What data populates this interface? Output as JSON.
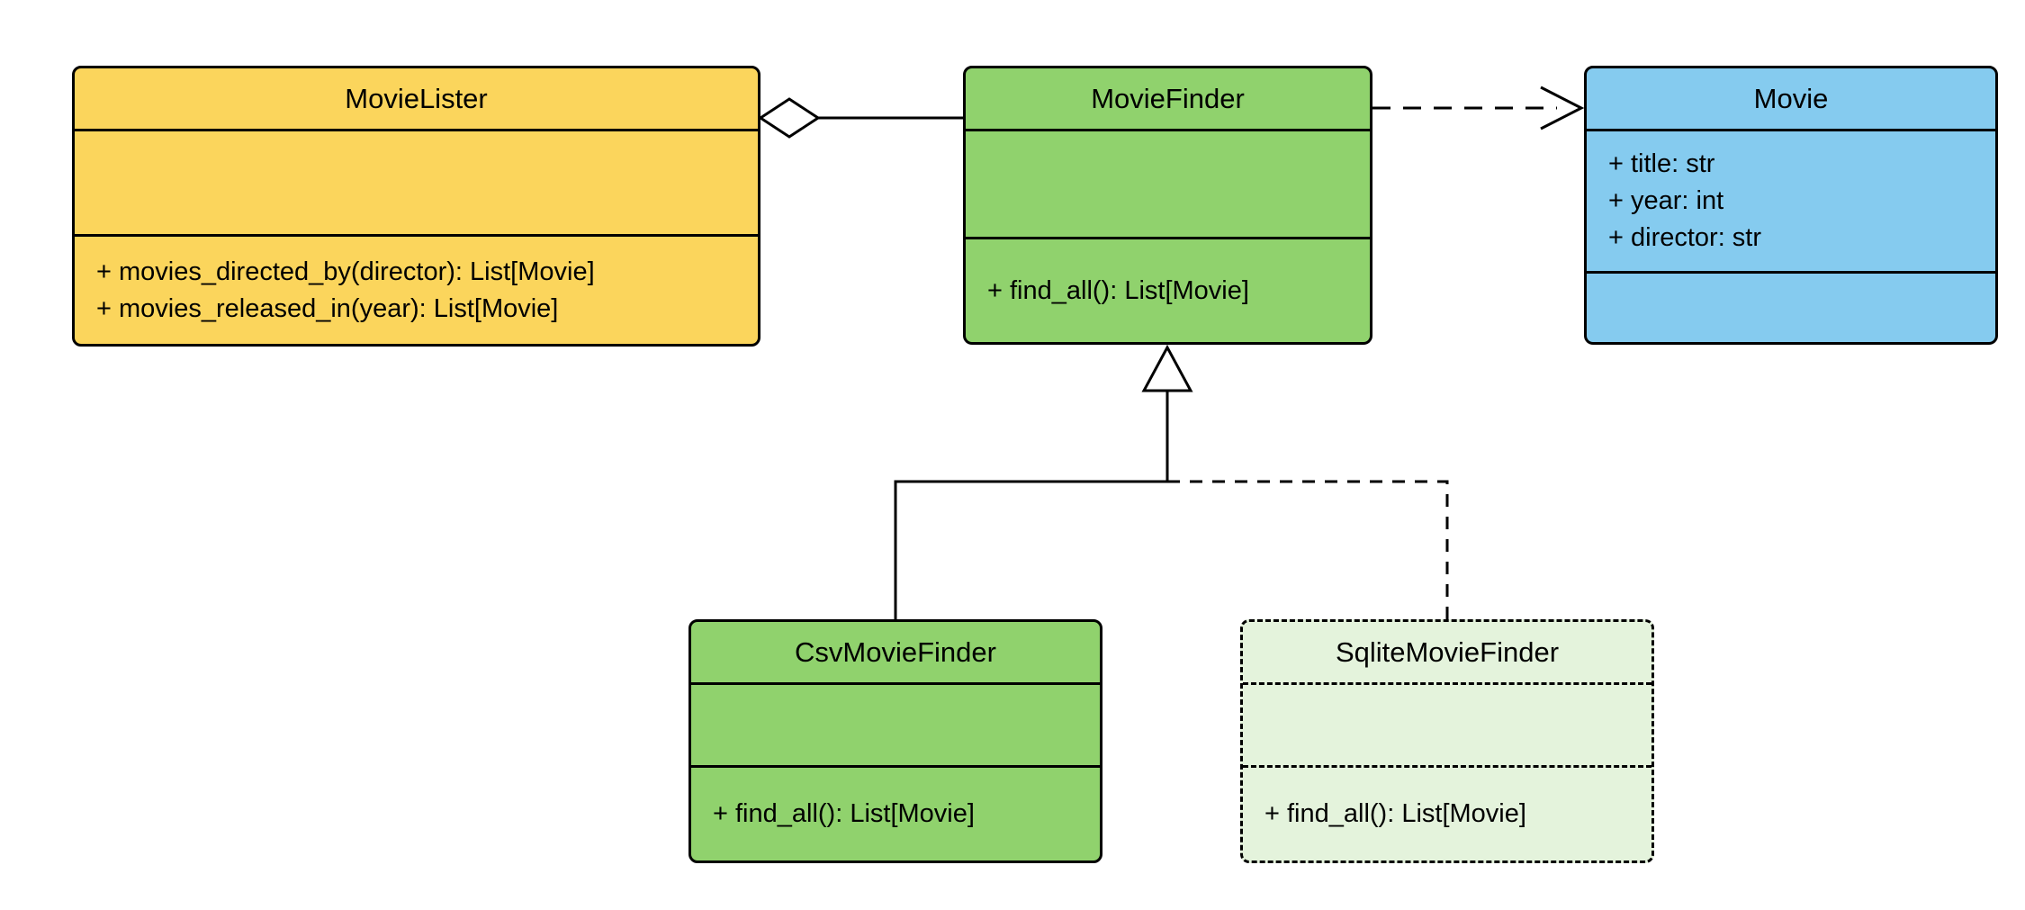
{
  "diagram": {
    "kind": "uml-class-diagram",
    "colors": {
      "movie_lister_fill": "#fbd55c",
      "movie_finder_fill": "#90d26d",
      "movie_fill": "#85cbef",
      "csv_movie_finder_fill": "#90d26d",
      "sqlite_movie_finder_fill": "#e4f3dc",
      "border": "#000000",
      "background": "#ffffff"
    },
    "classes": {
      "movieLister": {
        "title": "MovieLister",
        "attributes": [],
        "methods": [
          "+ movies_directed_by(director): List[Movie]",
          "+ movies_released_in(year): List[Movie]"
        ]
      },
      "movieFinder": {
        "title": "MovieFinder",
        "attributes": [],
        "methods": [
          "+ find_all(): List[Movie]"
        ]
      },
      "movie": {
        "title": "Movie",
        "attributes": [
          "+ title: str",
          "+ year: int",
          "+ director: str"
        ],
        "methods": []
      },
      "csvMovieFinder": {
        "title": "CsvMovieFinder",
        "attributes": [],
        "methods": [
          "+ find_all(): List[Movie]"
        ]
      },
      "sqliteMovieFinder": {
        "title": "SqliteMovieFinder",
        "attributes": [],
        "methods": [
          "+ find_all(): List[Movie]"
        ]
      }
    },
    "relationships": [
      {
        "from": "MovieLister",
        "to": "MovieFinder",
        "type": "aggregation",
        "line": "solid",
        "marker": "hollow-diamond"
      },
      {
        "from": "MovieFinder",
        "to": "Movie",
        "type": "dependency",
        "line": "dashed",
        "marker": "open-arrow"
      },
      {
        "from": "CsvMovieFinder",
        "to": "MovieFinder",
        "type": "inheritance",
        "line": "solid",
        "marker": "hollow-triangle"
      },
      {
        "from": "SqliteMovieFinder",
        "to": "MovieFinder",
        "type": "inheritance",
        "line": "dashed",
        "marker": "hollow-triangle"
      }
    ]
  }
}
